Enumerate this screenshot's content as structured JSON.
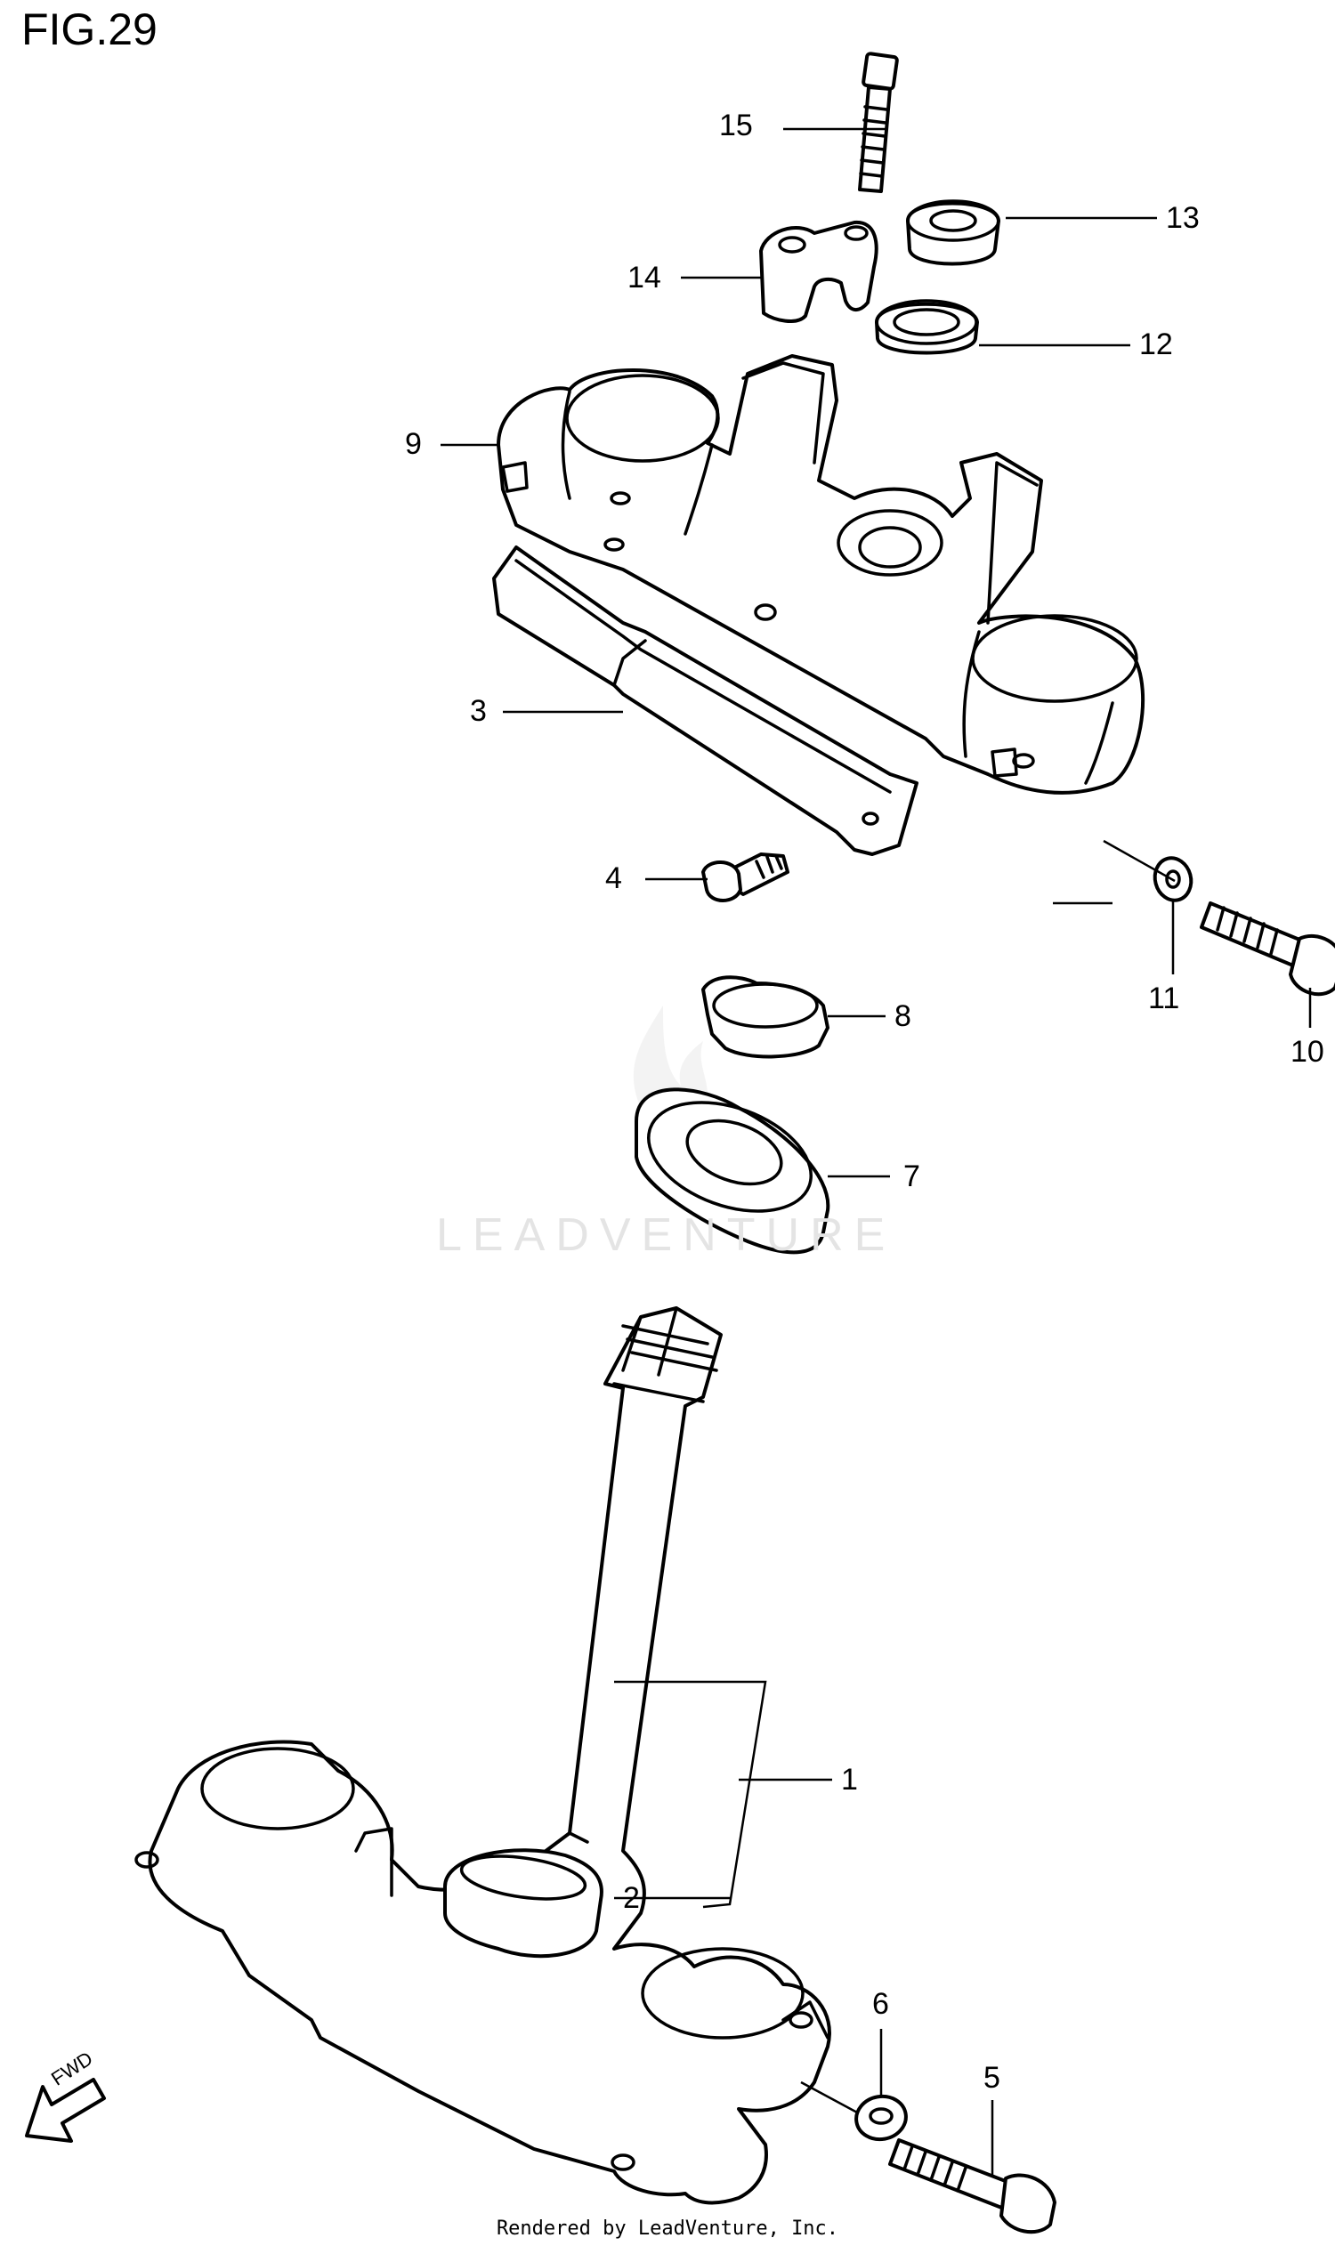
{
  "figure": {
    "title": "FIG.29"
  },
  "callouts": [
    {
      "id": "15",
      "label": "15"
    },
    {
      "id": "13",
      "label": "13"
    },
    {
      "id": "14",
      "label": "14"
    },
    {
      "id": "12",
      "label": "12"
    },
    {
      "id": "9",
      "label": "9"
    },
    {
      "id": "3",
      "label": "3"
    },
    {
      "id": "4",
      "label": "4"
    },
    {
      "id": "11",
      "label": "11"
    },
    {
      "id": "10",
      "label": "10"
    },
    {
      "id": "8",
      "label": "8"
    },
    {
      "id": "7",
      "label": "7"
    },
    {
      "id": "1",
      "label": "1"
    },
    {
      "id": "2",
      "label": "2"
    },
    {
      "id": "6",
      "label": "6"
    },
    {
      "id": "5",
      "label": "5"
    }
  ],
  "direction_indicator": {
    "label": "FWD",
    "icon": "forward-arrow-icon"
  },
  "watermark": {
    "text": "LEADVENTURE",
    "icon": "flame-logo-icon"
  },
  "footer": {
    "text": "Rendered by LeadVenture, Inc."
  }
}
